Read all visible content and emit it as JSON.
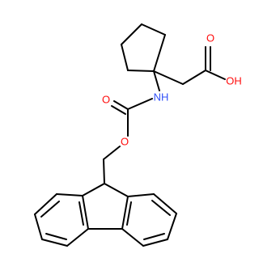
{
  "molecule": {
    "atom_labels": [
      {
        "id": "acid-carbonyl-o",
        "text": "O",
        "role": "carbonyl oxygen",
        "color": "#ff0d0d"
      },
      {
        "id": "acid-hydroxyl",
        "text": "OH",
        "role": "hydroxyl",
        "color": "#ff0d0d"
      },
      {
        "id": "amide-n",
        "text": "NH",
        "role": "amine",
        "color": "#3050f8"
      },
      {
        "id": "carbamate-carbonyl-o",
        "text": "O",
        "role": "carbonyl oxygen",
        "color": "#ff0d0d"
      },
      {
        "id": "carbamate-ester-o",
        "text": "O",
        "role": "ester oxygen",
        "color": "#ff0d0d"
      }
    ],
    "colors": {
      "bond": "#000000",
      "oxygen": "#ff0d0d",
      "nitrogen": "#3050f8",
      "background": "#ffffff"
    }
  }
}
